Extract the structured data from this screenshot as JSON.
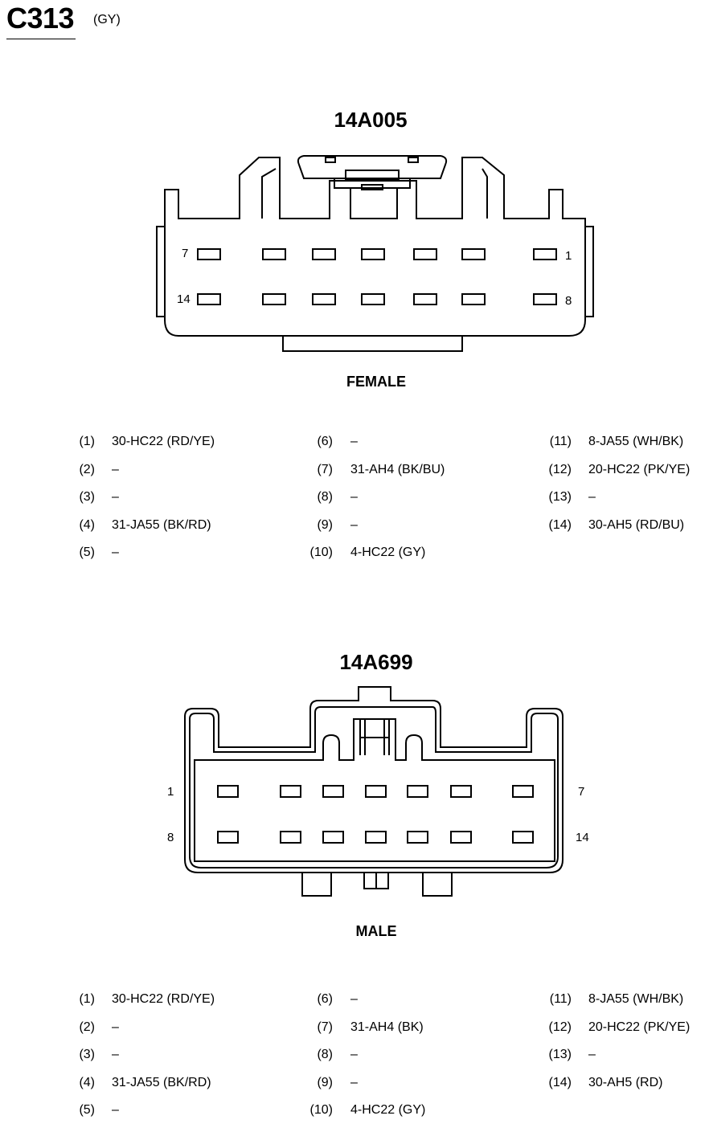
{
  "header": {
    "connector_id": "C313",
    "connector_color": "(GY)"
  },
  "female": {
    "part_number": "14A005",
    "gender_label": "FEMALE",
    "pin_labels": {
      "top_left": "7",
      "top_right": "1",
      "bottom_left": "14",
      "bottom_right": "8"
    },
    "pinout": [
      {
        "num": "(1)",
        "wire": "30-HC22 (RD/YE)"
      },
      {
        "num": "(2)",
        "wire": "–"
      },
      {
        "num": "(3)",
        "wire": "–"
      },
      {
        "num": "(4)",
        "wire": "31-JA55 (BK/RD)"
      },
      {
        "num": "(5)",
        "wire": "–"
      },
      {
        "num": "(6)",
        "wire": "–"
      },
      {
        "num": "(7)",
        "wire": "31-AH4 (BK/BU)"
      },
      {
        "num": "(8)",
        "wire": "–"
      },
      {
        "num": "(9)",
        "wire": "–"
      },
      {
        "num": "(10)",
        "wire": "4-HC22 (GY)"
      },
      {
        "num": "(11)",
        "wire": "8-JA55 (WH/BK)"
      },
      {
        "num": "(12)",
        "wire": "20-HC22 (PK/YE)"
      },
      {
        "num": "(13)",
        "wire": "–"
      },
      {
        "num": "(14)",
        "wire": "30-AH5 (RD/BU)"
      }
    ]
  },
  "male": {
    "part_number": "14A699",
    "gender_label": "MALE",
    "pin_labels": {
      "top_left": "1",
      "top_right": "7",
      "bottom_left": "8",
      "bottom_right": "14"
    },
    "pinout": [
      {
        "num": "(1)",
        "wire": "30-HC22 (RD/YE)"
      },
      {
        "num": "(2)",
        "wire": "–"
      },
      {
        "num": "(3)",
        "wire": "–"
      },
      {
        "num": "(4)",
        "wire": "31-JA55 (BK/RD)"
      },
      {
        "num": "(5)",
        "wire": "–"
      },
      {
        "num": "(6)",
        "wire": "–"
      },
      {
        "num": "(7)",
        "wire": "31-AH4 (BK)"
      },
      {
        "num": "(8)",
        "wire": "–"
      },
      {
        "num": "(9)",
        "wire": "–"
      },
      {
        "num": "(10)",
        "wire": "4-HC22 (GY)"
      },
      {
        "num": "(11)",
        "wire": "8-JA55 (WH/BK)"
      },
      {
        "num": "(12)",
        "wire": "20-HC22 (PK/YE)"
      },
      {
        "num": "(13)",
        "wire": "–"
      },
      {
        "num": "(14)",
        "wire": "30-AH5 (RD)"
      }
    ]
  }
}
